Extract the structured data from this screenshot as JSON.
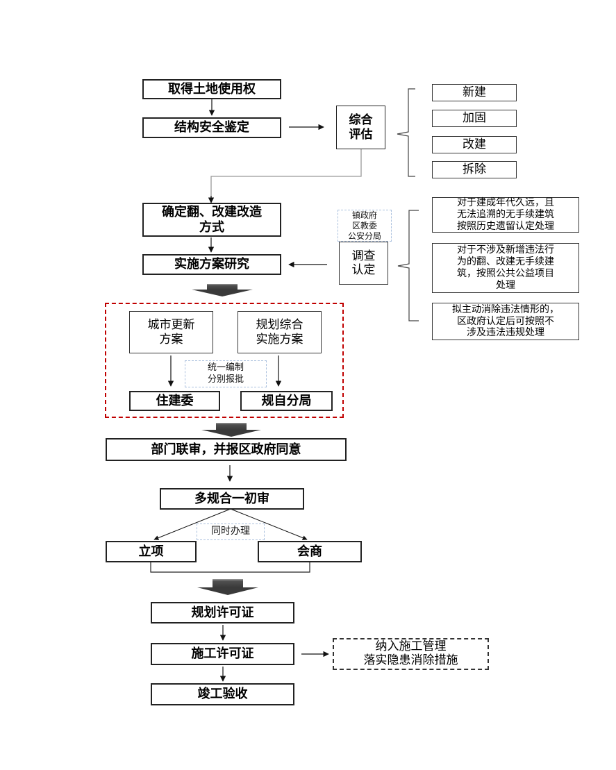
{
  "flow": {
    "acquire_land": "取得土地使用权",
    "structure_check": "结构安全鉴定",
    "evaluation": "综合\n评估",
    "options": [
      "新建",
      "加固",
      "改建",
      "拆除"
    ],
    "determine_method": "确定翻、改建改造\n方式",
    "plan_research": "实施方案研究",
    "depts_note": "镇政府\n区教委\n公安分局",
    "investigation": "调查\n认定",
    "rules": [
      "对于建成年代久远，且\n无法追溯的无手续建筑\n按照历史遗留认定处理",
      "对于不涉及新增违法行\n为的翻、改建无手续建\n筑，按照公共公益项目\n处理",
      "拟主动消除违法情形的，\n区政府认定后可按照不\n涉及违法违规处理"
    ],
    "urban_renewal_plan": "城市更新\n方案",
    "planning_plan": "规划综合\n实施方案",
    "unified_note": "统一编制\n分别报批",
    "housing_committee": "住建委",
    "planning_bureau": "规自分局",
    "joint_review": "部门联审，并报区政府同意",
    "multi_plan_review": "多规合一初审",
    "simultaneous_note": "同时办理",
    "project_approval": "立项",
    "consultation": "会商",
    "planning_permit": "规划许可证",
    "construction_permit": "施工许可证",
    "construction_mgmt": "纳入施工管理\n落实隐患消除措施",
    "completion_acceptance": "竣工验收"
  },
  "colors": {
    "red_frame": "#c00000",
    "note_border": "#aac0de",
    "big_arrow": "#404040"
  }
}
